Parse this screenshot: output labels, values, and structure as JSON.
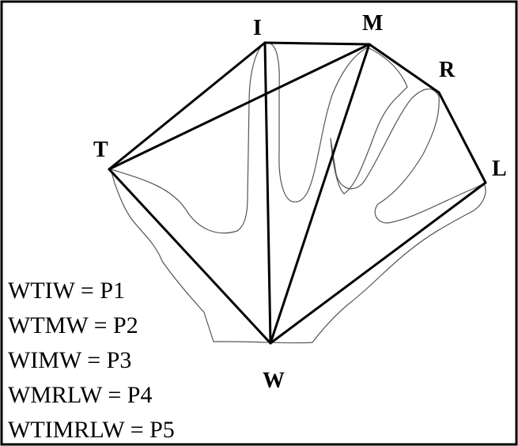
{
  "vertices": [
    {
      "id": "I",
      "label": "I"
    },
    {
      "id": "M",
      "label": "M"
    },
    {
      "id": "R",
      "label": "R"
    },
    {
      "id": "T",
      "label": "T"
    },
    {
      "id": "L",
      "label": "L"
    },
    {
      "id": "W",
      "label": "W"
    }
  ],
  "edges": [
    {
      "from": "T",
      "to": "I"
    },
    {
      "from": "I",
      "to": "M"
    },
    {
      "from": "M",
      "to": "R"
    },
    {
      "from": "R",
      "to": "L"
    },
    {
      "from": "L",
      "to": "W"
    },
    {
      "from": "W",
      "to": "T"
    },
    {
      "from": "T",
      "to": "M"
    },
    {
      "from": "I",
      "to": "W"
    },
    {
      "from": "M",
      "to": "W"
    }
  ],
  "formulas": [
    "WTIW = P1",
    "WTMW = P2",
    "WIMW = P3",
    "WMRLW = P4",
    "WTIMRLW = P5"
  ],
  "colors": {
    "stroke": "#000000",
    "outline": "#555555",
    "background": "#ffffff"
  }
}
